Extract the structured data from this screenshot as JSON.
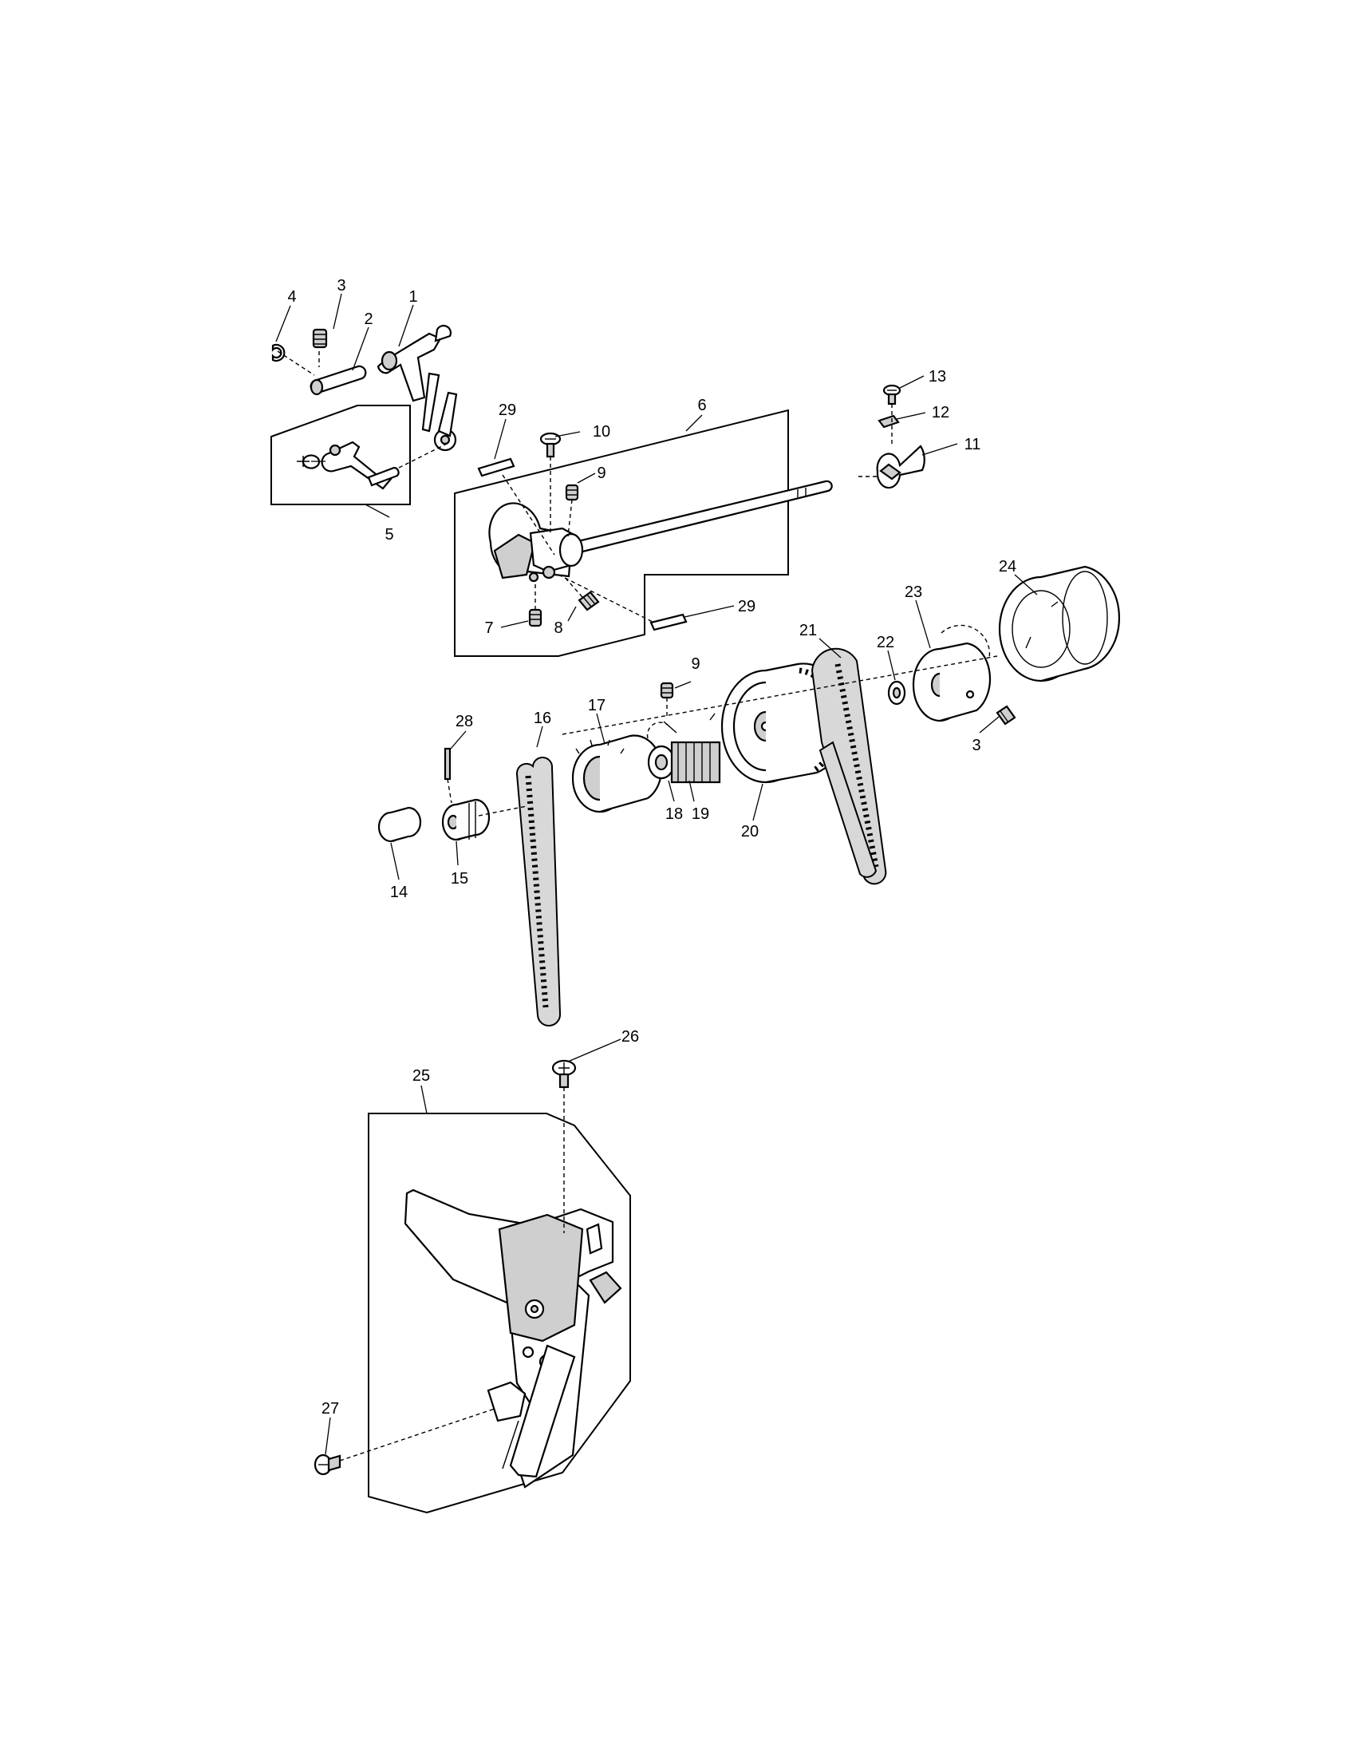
{
  "diagram": {
    "callouts": [
      {
        "id": "c1",
        "text": "1"
      },
      {
        "id": "c2",
        "text": "2"
      },
      {
        "id": "c3a",
        "text": "3"
      },
      {
        "id": "c3b",
        "text": "3"
      },
      {
        "id": "c4",
        "text": "4"
      },
      {
        "id": "c5",
        "text": "5"
      },
      {
        "id": "c6",
        "text": "6"
      },
      {
        "id": "c7",
        "text": "7"
      },
      {
        "id": "c8",
        "text": "8"
      },
      {
        "id": "c9a",
        "text": "9"
      },
      {
        "id": "c9b",
        "text": "9"
      },
      {
        "id": "c10",
        "text": "10"
      },
      {
        "id": "c11",
        "text": "11"
      },
      {
        "id": "c12",
        "text": "12"
      },
      {
        "id": "c13",
        "text": "13"
      },
      {
        "id": "c14",
        "text": "14"
      },
      {
        "id": "c15",
        "text": "15"
      },
      {
        "id": "c16",
        "text": "16"
      },
      {
        "id": "c17",
        "text": "17"
      },
      {
        "id": "c18",
        "text": "18"
      },
      {
        "id": "c19",
        "text": "19"
      },
      {
        "id": "c20",
        "text": "20"
      },
      {
        "id": "c21",
        "text": "21"
      },
      {
        "id": "c22",
        "text": "22"
      },
      {
        "id": "c23",
        "text": "23"
      },
      {
        "id": "c24",
        "text": "24"
      },
      {
        "id": "c25",
        "text": "25"
      },
      {
        "id": "c26",
        "text": "26"
      },
      {
        "id": "c27",
        "text": "27"
      },
      {
        "id": "c28",
        "text": "28"
      },
      {
        "id": "c29a",
        "text": "29"
      },
      {
        "id": "c29b",
        "text": "29"
      }
    ]
  }
}
